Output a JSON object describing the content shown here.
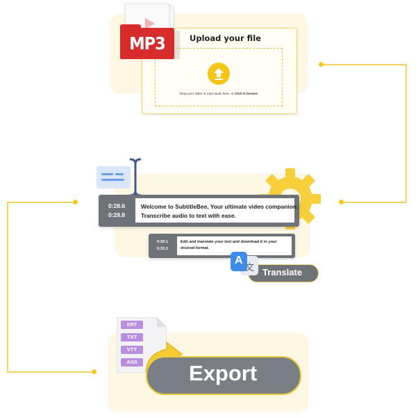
{
  "upload": {
    "title": "Upload your file",
    "drop_prefix": "Drop your video or mp3 audio here, or ",
    "drop_link": "click to browse",
    "file_badge": "MP3"
  },
  "transcript": {
    "primary": {
      "start": "0:28.6",
      "end": "0:29.8",
      "line1": "Welcome to SubtitleBee, Your ultimate video companion.",
      "line2": "Transcribe audio to text with ease."
    },
    "secondary": {
      "start": "0:30.1",
      "end": "0:33.3",
      "line1": "Edit and translate your text and download it in your",
      "line2": "desired format."
    }
  },
  "translate": {
    "label": "Translate",
    "glyph_a": "A",
    "glyph_b": "文"
  },
  "export": {
    "label": "Export",
    "formats": [
      "SRT",
      "TXT",
      "VTT",
      "ASS"
    ]
  },
  "colors": {
    "accent_yellow": "#f5c518",
    "card_gray": "#6e7379",
    "mp3_red": "#d82c2c",
    "format_purple": "#b98ede",
    "panel_beige": "#fdf7e3"
  }
}
